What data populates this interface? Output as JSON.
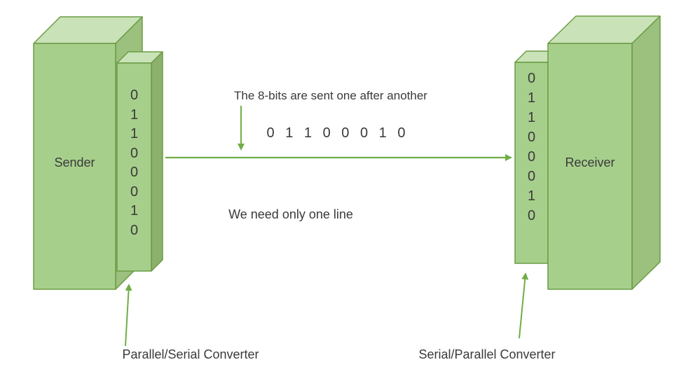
{
  "sender": {
    "label": "Sender",
    "converter": {
      "bits": [
        "0",
        "1",
        "1",
        "0",
        "0",
        "0",
        "1",
        "0"
      ],
      "label": "Parallel/Serial Converter"
    }
  },
  "receiver": {
    "label": "Receiver",
    "converter": {
      "bits": [
        "0",
        "1",
        "1",
        "0",
        "0",
        "0",
        "1",
        "0"
      ],
      "label": "Serial/Parallel Converter"
    }
  },
  "channel": {
    "caption": "The 8-bits are sent one after another",
    "serial_bits": [
      "0",
      "1",
      "1",
      "0",
      "0",
      "0",
      "1",
      "0"
    ],
    "note": "We need only one line"
  },
  "colors": {
    "box_front": "#a7cf8c",
    "box_top": "#c9e2b7",
    "box_side_large": "#9cc07e",
    "box_side_small": "#8db06c",
    "box_outline": "#6b9c44",
    "arrow": "#70ad47",
    "text": "#3a3a3a",
    "background": "#ffffff"
  }
}
